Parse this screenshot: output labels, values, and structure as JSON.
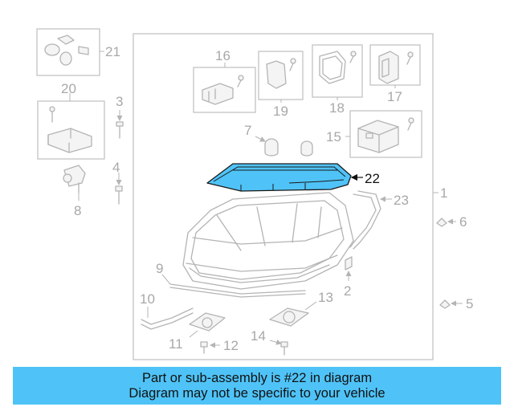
{
  "diagram": {
    "callouts": [
      "1",
      "2",
      "3",
      "4",
      "5",
      "6",
      "7",
      "8",
      "9",
      "10",
      "11",
      "12",
      "13",
      "14",
      "15",
      "16",
      "17",
      "18",
      "19",
      "20",
      "21",
      "22",
      "23"
    ],
    "highlighted_part": "22",
    "highlight_color": "#4fc3f7"
  },
  "banner": {
    "line1": "Part or sub-assembly is #22 in diagram",
    "line2": "Diagram may not be specific to your vehicle",
    "background": "#4fc3f7"
  }
}
